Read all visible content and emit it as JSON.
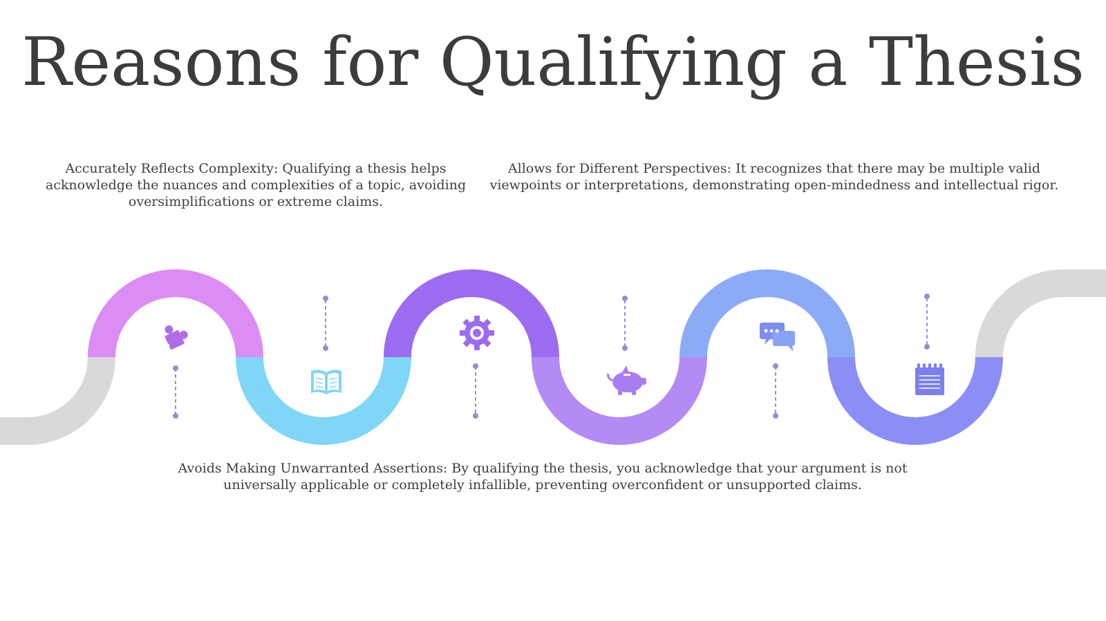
{
  "slide": {
    "title": "Reasons for Qualifying a Thesis",
    "captions": [
      "Accurately Reflects Complexity: Qualifying a thesis helps acknowledge the nuances and complexities of a topic, avoiding oversimplifications or extreme claims.",
      "Allows for Different Perspectives: It recognizes that there may be multiple valid viewpoints or interpretations, demonstrating open-mindedness and intellectual rigor.",
      "Avoids Making Unwarranted Assertions: By qualifying the thesis, you acknowledge that your argument is not universally applicable or completely infallible, preventing overconfident or unsupported claims."
    ]
  },
  "wave": {
    "colors": {
      "inactive": "#d9d9d9",
      "arch_1": "#dc8cf5",
      "valley_1": "#7fd6f7",
      "arch_2": "#9b6cf0",
      "valley_2": "#b48af5",
      "arch_3": "#8cabf7",
      "valley_3": "#8a8ef5",
      "connector": "#9a8ad8"
    },
    "icons": [
      "puzzle-icon",
      "book-icon",
      "gear-icon",
      "piggy-bank-icon",
      "chat-icon",
      "notepad-icon"
    ]
  }
}
